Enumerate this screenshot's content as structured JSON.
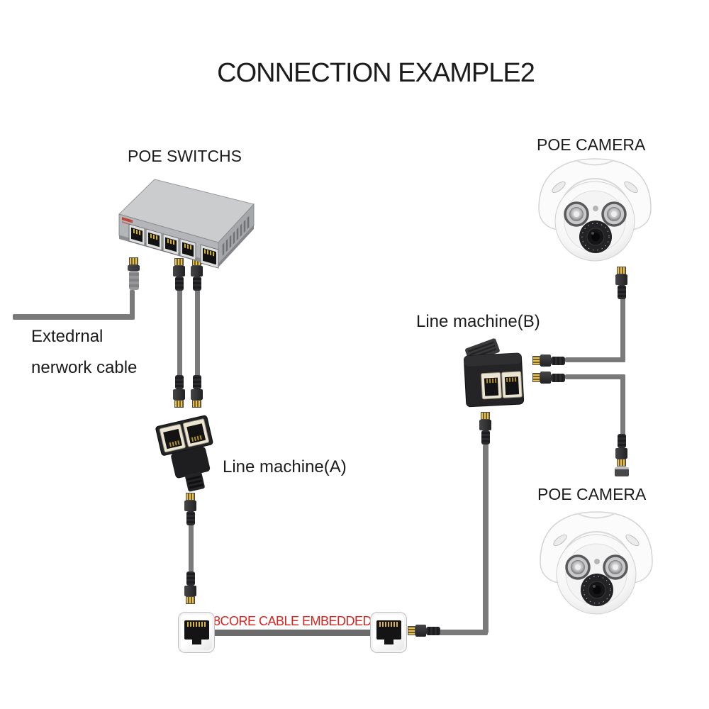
{
  "title": "CONNECTION EXAMPLE2",
  "labels": {
    "poe_switch": "POE SWITCHS",
    "poe_camera_top": "POE CAMERA",
    "poe_camera_bottom": "POE CAMERA",
    "line_machine_a": "Line machine(A)",
    "line_machine_b": "Line machine(B)",
    "external_cable_line1": "Extedrnal",
    "external_cable_line2": "nerwork cable",
    "embedded_cable": "8CORE CABLE EMBEDDED"
  },
  "colors": {
    "background": "#ffffff",
    "label_text": "#1c1c1c",
    "embedded_cable_text": "#d8231f",
    "cable_gray": "#7a7a7a",
    "thick_cable_gray": "#6b6b6b",
    "connector_gold": "#d9b441",
    "plug_black": "#262628",
    "plug_gray": "#8e8e90",
    "switch_body_gray": "#b7b8ba",
    "splitter_black": "#242426",
    "port_bezel_cream": "#ece5d2",
    "camera_white": "#fbfbfb"
  },
  "components": [
    {
      "name": "poe-switch",
      "ports": 5
    },
    {
      "name": "poe-camera-top"
    },
    {
      "name": "poe-camera-bottom"
    },
    {
      "name": "line-machine-a",
      "ports": 2
    },
    {
      "name": "line-machine-b",
      "ports": 2
    },
    {
      "name": "rj45-wall-jack-left"
    },
    {
      "name": "rj45-wall-jack-right"
    },
    {
      "name": "rj45-plug",
      "count": 12
    }
  ]
}
